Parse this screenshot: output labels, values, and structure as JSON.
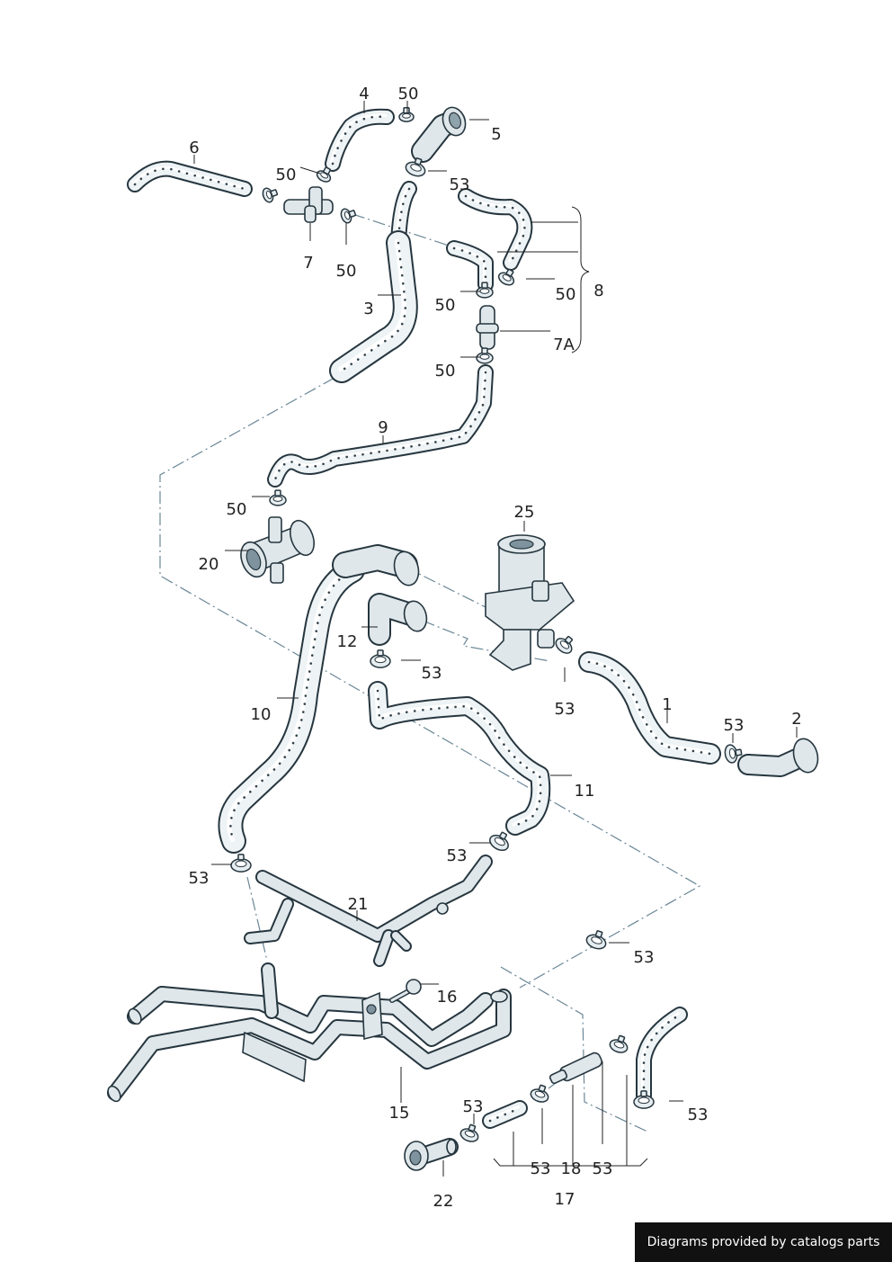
{
  "diagram": {
    "labels": {
      "1": "1",
      "2": "2",
      "3": "3",
      "4": "4",
      "5": "5",
      "6": "6",
      "7": "7",
      "7A": "7A",
      "8": "8",
      "9": "9",
      "10": "10",
      "11": "11",
      "12": "12",
      "15": "15",
      "16": "16",
      "17": "17",
      "18": "18",
      "20": "20",
      "21": "21",
      "22": "22",
      "25": "25",
      "50": "50",
      "53": "53"
    }
  },
  "credit": {
    "text": "Diagrams provided by catalogs parts"
  }
}
